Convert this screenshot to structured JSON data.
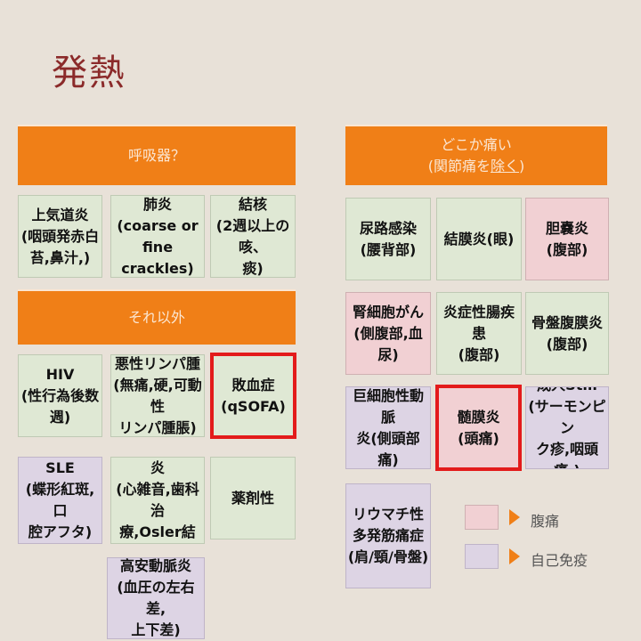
{
  "title": "発熱",
  "left_header_1": "呼吸器？",
  "left_header_2": "それ以外",
  "right_header": {
    "line1": "どこか痛い",
    "line2_pre": "(関節痛を",
    "line2_u": "除く",
    "line2_post": ")"
  },
  "boxes": {
    "uri": "上気道炎\n(咽頭発赤白\n苔,鼻汁,)",
    "pneumonia": "肺炎\n(coarse or fine\ncrackles)",
    "tb": "結核\n(2週以上の咳、\n痰)",
    "hiv": "HIV\n(性行為後数\n週)",
    "lymphoma": "悪性リンパ腫\n(無痛,硬,可動性\nリンパ腫脹)",
    "sepsis": "敗血症\n(qSOFA)",
    "sle": "SLE\n(蝶形紅斑,口\n腔アフタ)",
    "endocarditis": "感染性心内膜炎\n(心雑音,歯科治\n療,Osler結節)",
    "drug": "薬剤性",
    "takayasu": "高安動脈炎\n(血圧の左右差,\n上下差)",
    "uti": "尿路感染\n(腰背部)",
    "conjunctivitis": "結膜炎(眼)",
    "cholecystitis": "胆嚢炎\n(腹部)",
    "rcc": "腎細胞がん\n(側腹部,血尿)",
    "ibd": "炎症性腸疾患\n(腹部)",
    "pid": "骨盤腹膜炎\n(腹部)",
    "gca": "巨細胞性動脈\n炎(側頭部痛)",
    "meningitis": "髄膜炎\n(頭痛)",
    "still": "成人Still\n(サーモンピン\nク疹,咽頭痛,)",
    "pmr": "リウマチ性\n多発筋痛症\n(肩/頸/骨盤)"
  },
  "legend": {
    "pain": "腹痛",
    "autoimmune": "自己免疫"
  },
  "colors": {
    "orange": "#f07f17",
    "green": "#dfe8d4",
    "pink": "#f1d0d3",
    "lavender": "#ddd4e4",
    "highlight": "#e31b1b"
  }
}
